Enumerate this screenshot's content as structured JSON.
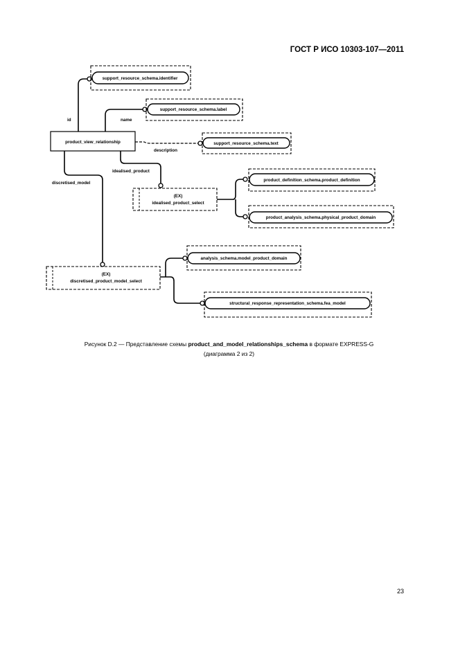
{
  "header": {
    "standard": "ГОСТ Р ИСО 10303-107—2011"
  },
  "diagram": {
    "entity": "product_view_relationship",
    "select_types": [
      {
        "prefix": "(EX)",
        "name": "idealised_product_select"
      },
      {
        "prefix": "(EX)",
        "name": "discretised_product_model_select"
      }
    ],
    "external_types": [
      "support_resource_schema.identifier",
      "support_resource_schema.label",
      "support_resource_schema.text",
      "product_definition_schema.product_definition",
      "product_analysis_schema.physical_product_domain",
      "analysis_schema.model_product_domain",
      "structural_response_representation_schema.fea_model"
    ],
    "attributes": [
      "id",
      "name",
      "description",
      "idealised_product",
      "discretised_model"
    ]
  },
  "caption": {
    "prefix": "Рисунок  D.2 — Представление схемы ",
    "schema": "product_and_model_relationships_schema",
    "suffix": " в формате EXPRESS-G",
    "line2": "(диаграмма 2 из 2)"
  },
  "page_number": "23"
}
